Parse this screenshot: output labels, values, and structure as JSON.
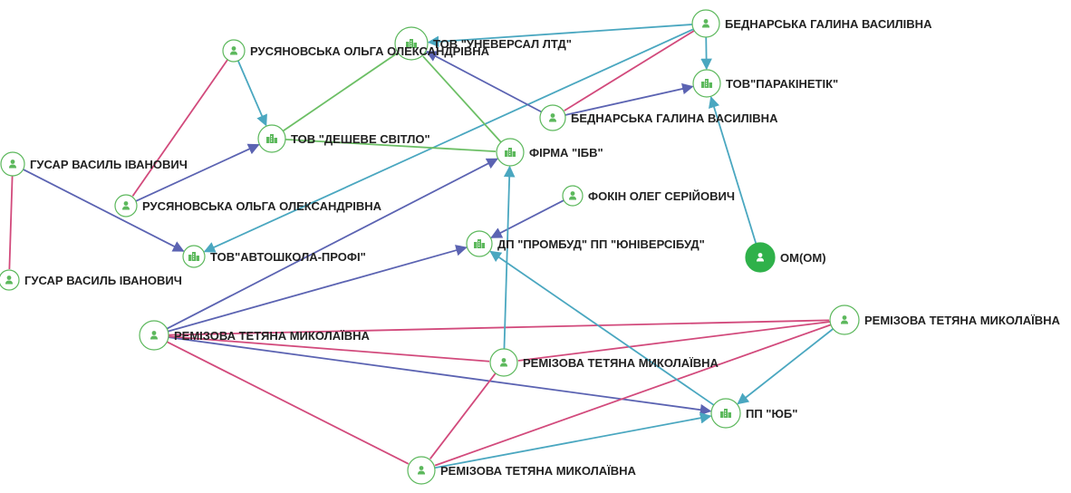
{
  "colors": {
    "relation_blue": "#5b63b2",
    "relation_teal": "#4aa7c0",
    "relation_pink": "#d24a7c",
    "relation_green": "#6cbf65",
    "node_border": "#5cb85c",
    "node_main": "#2fb14a"
  },
  "nodes": [
    {
      "id": "n1",
      "kind": "company",
      "icon": "building-icon",
      "label": "ТОВ \"УНЕВЕРСАЛ ЛТД\""
    },
    {
      "id": "n2",
      "kind": "person",
      "icon": "person-icon",
      "label": "БЕДНАРСЬКА ГАЛИНА ВАСИЛІВНА"
    },
    {
      "id": "n3",
      "kind": "person",
      "icon": "person-icon",
      "label": "РУСЯНОВСЬКА ОЛЬГА ОЛЕКСАНДРІВНА"
    },
    {
      "id": "n4",
      "kind": "company",
      "icon": "building-icon",
      "label": "ТОВ\"ПАРАКІНЕТІК\""
    },
    {
      "id": "n5",
      "kind": "person",
      "icon": "person-icon",
      "label": "БЕДНАРСЬКА ГАЛИНА ВАСИЛІВНА"
    },
    {
      "id": "n6",
      "kind": "company",
      "icon": "building-icon",
      "label": "ТОВ \"ДЕШЕВЕ СВІТЛО\""
    },
    {
      "id": "n7",
      "kind": "company",
      "icon": "building-icon",
      "label": "ФІРМА \"ІБВ\""
    },
    {
      "id": "n8",
      "kind": "person",
      "icon": "person-icon",
      "label": "ГУСАР ВАСИЛЬ ІВАНОВИЧ"
    },
    {
      "id": "n9",
      "kind": "person",
      "icon": "person-icon",
      "label": "ФОКІН ОЛЕГ СЕРІЙОВИЧ"
    },
    {
      "id": "n10",
      "kind": "person",
      "icon": "person-icon",
      "label": "РУСЯНОВСЬКА ОЛЬГА ОЛЕКСАНДРІВНА"
    },
    {
      "id": "n11",
      "kind": "company",
      "icon": "building-icon",
      "label": "ДП \"ПРОМБУД\" ПП \"ЮНІВЕРСІБУД\""
    },
    {
      "id": "n12",
      "kind": "company",
      "icon": "building-icon",
      "label": "ТОВ\"АВТОШКОЛА-ПРОФІ\""
    },
    {
      "id": "n13",
      "kind": "main",
      "icon": "person-icon",
      "label": "ОМ(ОМ)"
    },
    {
      "id": "n14",
      "kind": "person",
      "icon": "person-icon",
      "label": "ГУСАР ВАСИЛЬ ІВАНОВИЧ"
    },
    {
      "id": "n15",
      "kind": "person",
      "icon": "person-icon",
      "label": "РЕМІЗОВА ТЕТЯНА МИКОЛАЇВНА"
    },
    {
      "id": "n16",
      "kind": "person",
      "icon": "person-icon",
      "label": "РЕМІЗОВА ТЕТЯНА МИКОЛАЇВНА"
    },
    {
      "id": "n17",
      "kind": "person",
      "icon": "person-icon",
      "label": "РЕМІЗОВА ТЕТЯНА МИКОЛАЇВНА"
    },
    {
      "id": "n18",
      "kind": "company",
      "icon": "building-icon",
      "label": "ПП \"ЮБ\""
    },
    {
      "id": "n19",
      "kind": "person",
      "icon": "person-icon",
      "label": "РЕМІЗОВА ТЕТЯНА МИКОЛАЇВНА"
    }
  ],
  "edges": [
    {
      "from": "n2",
      "to": "n4",
      "color": "relation_teal",
      "arrow": true
    },
    {
      "from": "n2",
      "to": "n1",
      "color": "relation_teal",
      "arrow": true
    },
    {
      "from": "n2",
      "to": "n12",
      "color": "relation_teal",
      "arrow": true
    },
    {
      "from": "n2",
      "to": "n5",
      "color": "relation_pink",
      "arrow": false
    },
    {
      "from": "n5",
      "to": "n4",
      "color": "relation_blue",
      "arrow": true
    },
    {
      "from": "n5",
      "to": "n1",
      "color": "relation_blue",
      "arrow": true
    },
    {
      "from": "n13",
      "to": "n4",
      "color": "relation_teal",
      "arrow": true
    },
    {
      "from": "n3",
      "to": "n6",
      "color": "relation_teal",
      "arrow": true
    },
    {
      "from": "n3",
      "to": "n10",
      "color": "relation_pink",
      "arrow": false
    },
    {
      "from": "n6",
      "to": "n1",
      "color": "relation_green",
      "arrow": false
    },
    {
      "from": "n7",
      "to": "n1",
      "color": "relation_green",
      "arrow": false
    },
    {
      "from": "n6",
      "to": "n7",
      "color": "relation_green",
      "arrow": false
    },
    {
      "from": "n10",
      "to": "n6",
      "color": "relation_blue",
      "arrow": true
    },
    {
      "from": "n8",
      "to": "n12",
      "color": "relation_blue",
      "arrow": true
    },
    {
      "from": "n8",
      "to": "n14",
      "color": "relation_pink",
      "arrow": false
    },
    {
      "from": "n9",
      "to": "n11",
      "color": "relation_blue",
      "arrow": true
    },
    {
      "from": "n15",
      "to": "n7",
      "color": "relation_blue",
      "arrow": true
    },
    {
      "from": "n15",
      "to": "n11",
      "color": "relation_blue",
      "arrow": true
    },
    {
      "from": "n15",
      "to": "n18",
      "color": "relation_blue",
      "arrow": true
    },
    {
      "from": "n15",
      "to": "n16",
      "color": "relation_pink",
      "arrow": false
    },
    {
      "from": "n15",
      "to": "n17",
      "color": "relation_pink",
      "arrow": false
    },
    {
      "from": "n15",
      "to": "n19",
      "color": "relation_pink",
      "arrow": false
    },
    {
      "from": "n17",
      "to": "n7",
      "color": "relation_teal",
      "arrow": true
    },
    {
      "from": "n17",
      "to": "n19",
      "color": "relation_pink",
      "arrow": false
    },
    {
      "from": "n16",
      "to": "n17",
      "color": "relation_pink",
      "arrow": false
    },
    {
      "from": "n16",
      "to": "n19",
      "color": "relation_pink",
      "arrow": false
    },
    {
      "from": "n16",
      "to": "n18",
      "color": "relation_teal",
      "arrow": true
    },
    {
      "from": "n18",
      "to": "n11",
      "color": "relation_teal",
      "arrow": true
    },
    {
      "from": "n19",
      "to": "n18",
      "color": "relation_teal",
      "arrow": true
    }
  ]
}
